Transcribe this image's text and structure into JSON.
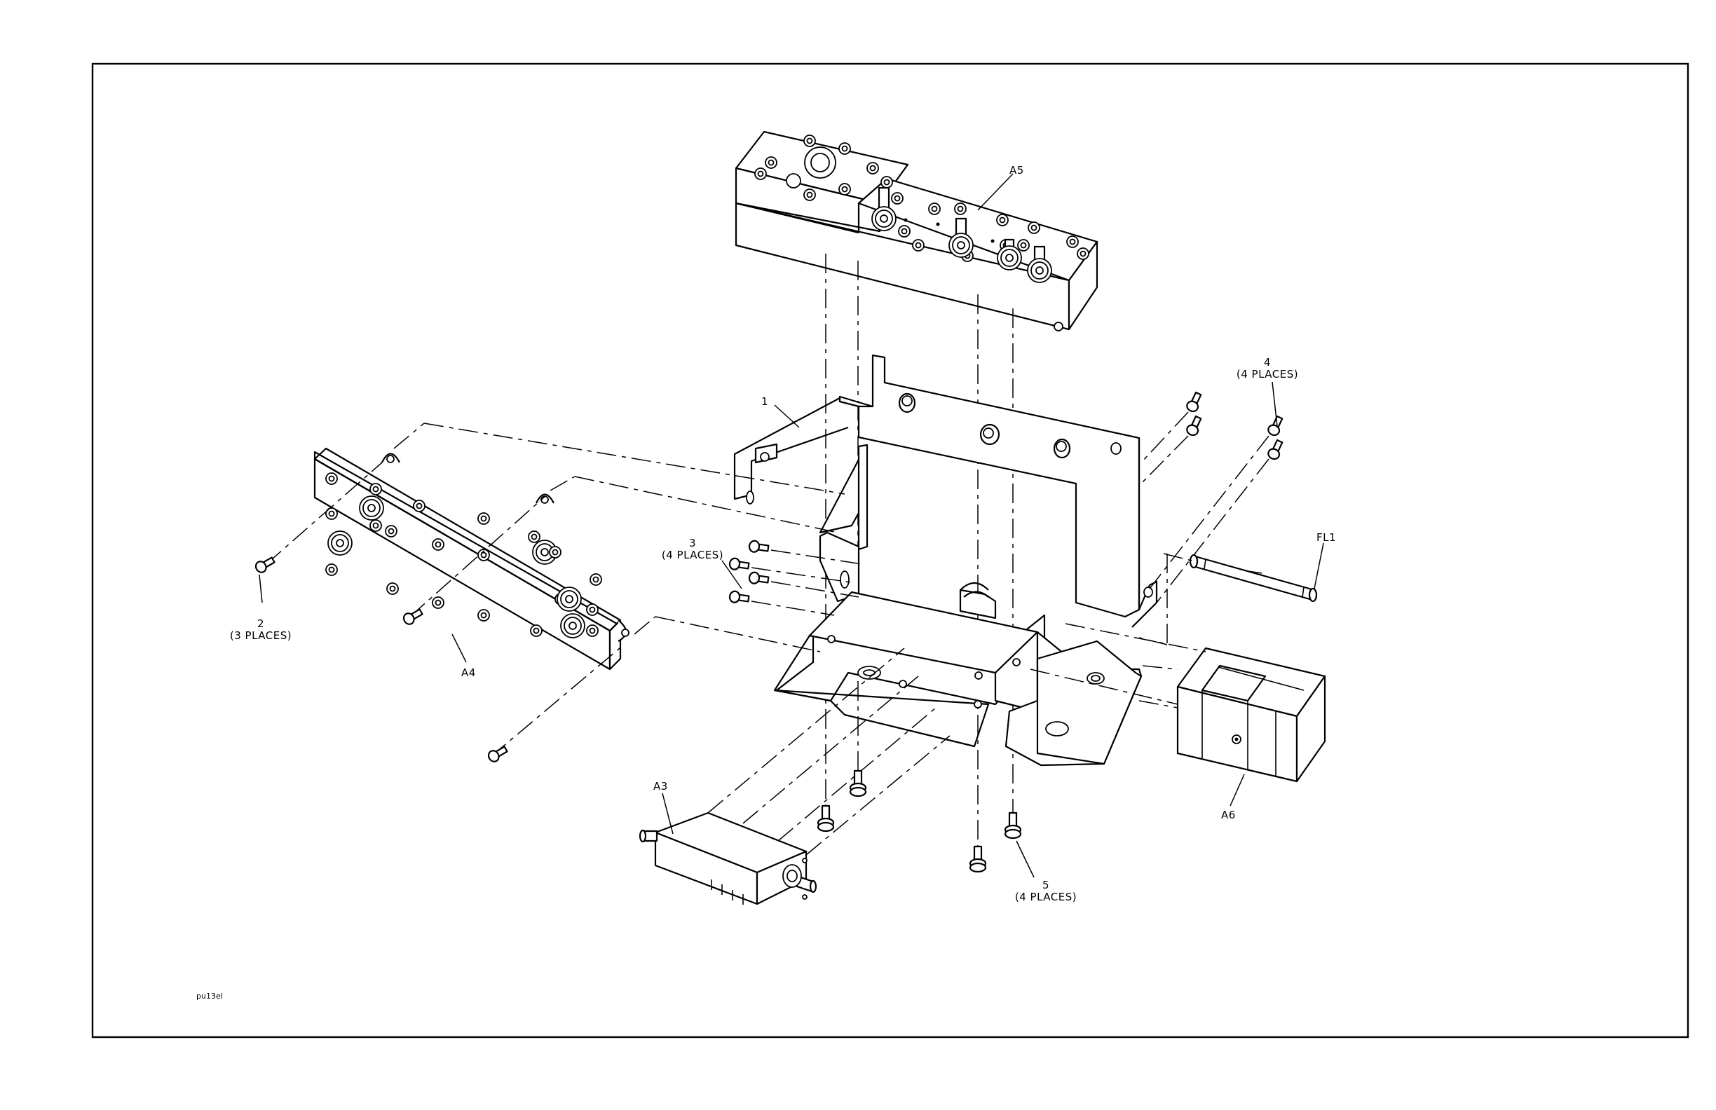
{
  "diagram": {
    "callouts": {
      "a5": "A5",
      "part1": "1",
      "part2": "2",
      "part2_qty": "(3 PLACES)",
      "part3": "3",
      "part3_qty": "(4 PLACES)",
      "part4": "4",
      "part4_qty": "(4 PLACES)",
      "part5": "5",
      "part5_qty": "(4 PLACES)",
      "a4": "A4",
      "fl1": "FL1",
      "a3": "A3",
      "a6": "A6"
    },
    "figure_id": "pu13el"
  }
}
